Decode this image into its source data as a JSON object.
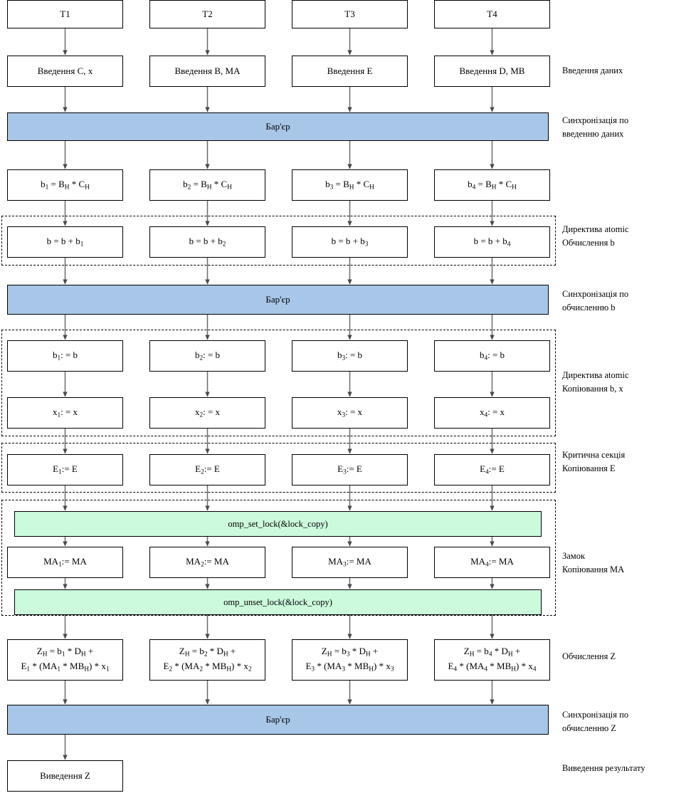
{
  "diagram": {
    "title": "OpenMP parallel computation flowchart",
    "columns": [
      "T1",
      "T2",
      "T3",
      "T4"
    ],
    "colors": {
      "barrier_fill": "#a8c6e8",
      "lock_fill": "#ccfadd",
      "node_fill": "#ffffff",
      "stroke": "#000000",
      "arrow": "#595959"
    },
    "rows": [
      {
        "id": "threads",
        "kind": "nodes",
        "cells": [
          "T1",
          "T2",
          "T3",
          "T4"
        ],
        "side_label": ""
      },
      {
        "id": "input",
        "kind": "nodes",
        "cells": [
          "Введення C, x",
          "Введення B, MA",
          "Введення E",
          "Введення D, MB"
        ],
        "side_label": "Введення даних"
      },
      {
        "id": "barrier-input",
        "kind": "barrier",
        "label": "Бар'єр",
        "side_label": "Синхронізація по\nвведенню даних"
      },
      {
        "id": "bi-product",
        "kind": "nodes",
        "cells_html": [
          "b<sub>1</sub> = B<sub>H</sub> * C<sub>H</sub>",
          "b<sub>2</sub> = B<sub>H</sub> * C<sub>H</sub>",
          "b<sub>3</sub> = B<sub>H</sub> * C<sub>H</sub>",
          "b<sub>4</sub> = B<sub>H</sub> * C<sub>H</sub>"
        ],
        "cells": [
          "b1 = BH * CH",
          "b2 = BH * CH",
          "b3 = BH * CH",
          "b4 = BH * CH"
        ],
        "side_label": ""
      },
      {
        "id": "b-accumulate",
        "kind": "nodes",
        "cells_html": [
          "b = b + b<sub>1</sub>",
          "b = b + b<sub>2</sub>",
          "b = b + b<sub>3</sub>",
          "b = b + b<sub>4</sub>"
        ],
        "cells": [
          "b = b + b1",
          "b = b + b2",
          "b = b + b3",
          "b = b + b4"
        ],
        "side_label": "Директива atomic\nОбчислення b"
      },
      {
        "id": "barrier-b",
        "kind": "barrier",
        "label": "Бар'єр",
        "side_label": "Синхронізація по\nобчисленню b"
      },
      {
        "id": "b-copy",
        "kind": "nodes",
        "cells_html": [
          "b<sub>1</sub>: = b",
          "b<sub>2</sub>: = b",
          "b<sub>3</sub>: = b",
          "b<sub>4</sub>: = b"
        ],
        "cells": [
          "b1: = b",
          "b2: = b",
          "b3: = b",
          "b4: = b"
        ],
        "side_label": ""
      },
      {
        "id": "x-copy",
        "kind": "nodes",
        "cells_html": [
          "x<sub>1</sub>: = x",
          "x<sub>2</sub>: = x",
          "x<sub>3</sub>: = x",
          "x<sub>4</sub>: = x"
        ],
        "cells": [
          "x1: = x",
          "x2: = x",
          "x3: = x",
          "x4: = x"
        ],
        "side_label": "Директива atomic\nКопіювання b, x"
      },
      {
        "id": "e-copy",
        "kind": "nodes",
        "cells_html": [
          "E<sub>1</sub>:= E",
          "E<sub>2</sub>:= E",
          "E<sub>3</sub>:= E",
          "E<sub>4</sub>:= E"
        ],
        "cells": [
          "E1:= E",
          "E2:= E",
          "E3:= E",
          "E4:= E"
        ],
        "side_label": "Критична секція\nКопіювання E"
      },
      {
        "id": "set-lock",
        "kind": "lock",
        "label": "omp_set_lock(&lock_copy)",
        "side_label": ""
      },
      {
        "id": "ma-copy",
        "kind": "nodes",
        "cells_html": [
          "MA<sub>1</sub>:= MA",
          "MA<sub>2</sub>:= MA",
          "MA<sub>3</sub>:= MA",
          "MA<sub>4</sub>:= MA"
        ],
        "cells": [
          "MA1:= MA",
          "MA2:= MA",
          "MA3:= MA",
          "MA4:= MA"
        ],
        "side_label": "Замок\nКопіювання MA"
      },
      {
        "id": "unset-lock",
        "kind": "lock",
        "label": "omp_unset_lock(&lock_copy)",
        "side_label": ""
      },
      {
        "id": "z-compute",
        "kind": "nodes2",
        "cells_html": [
          "Z<sub>H</sub> = b<sub>1</sub> * D<sub>H</sub> +|E<sub>1</sub> * (MA<sub>1</sub> * MB<sub>H</sub>) * x<sub>1</sub>",
          "Z<sub>H</sub> = b<sub>2</sub> * D<sub>H</sub> +|E<sub>2</sub> * (MA<sub>2</sub> * MB<sub>H</sub>) * x<sub>2</sub>",
          "Z<sub>H</sub> = b<sub>3</sub> * D<sub>H</sub> +|E<sub>3</sub> * (MA<sub>3</sub> * MB<sub>H</sub>) * x<sub>3</sub>",
          "Z<sub>H</sub> = b<sub>4</sub> * D<sub>H</sub> +|E<sub>4</sub> * (MA<sub>4</sub> * MB<sub>H</sub>) * x<sub>4</sub>"
        ],
        "cells": [
          "ZH = b1 * DH + E1 * (MA1 * MBH) * x1",
          "ZH = b2 * DH + E2 * (MA2 * MBH) * x2",
          "ZH = b3 * DH + E3 * (MA3 * MBH) * x3",
          "ZH = b4 * DH + E4 * (MA4 * MBH) * x4"
        ],
        "side_label": "Обчислення Z"
      },
      {
        "id": "barrier-z",
        "kind": "barrier",
        "label": "Бар'єр",
        "side_label": "Синхронізація по\nобчисленню Z"
      },
      {
        "id": "output",
        "kind": "single",
        "cells": [
          "Виведення Z"
        ],
        "side_label": "Виведення результату"
      }
    ],
    "groups": [
      {
        "id": "group-atomic-b",
        "label": "Директива atomic / Обчислення b"
      },
      {
        "id": "group-atomic-bx",
        "label": "Директива atomic / Копіювання b, x"
      },
      {
        "id": "group-critical-e",
        "label": "Критична секція / Копіювання E"
      },
      {
        "id": "group-lock-ma",
        "label": "Замок / Копіювання MA"
      }
    ]
  }
}
